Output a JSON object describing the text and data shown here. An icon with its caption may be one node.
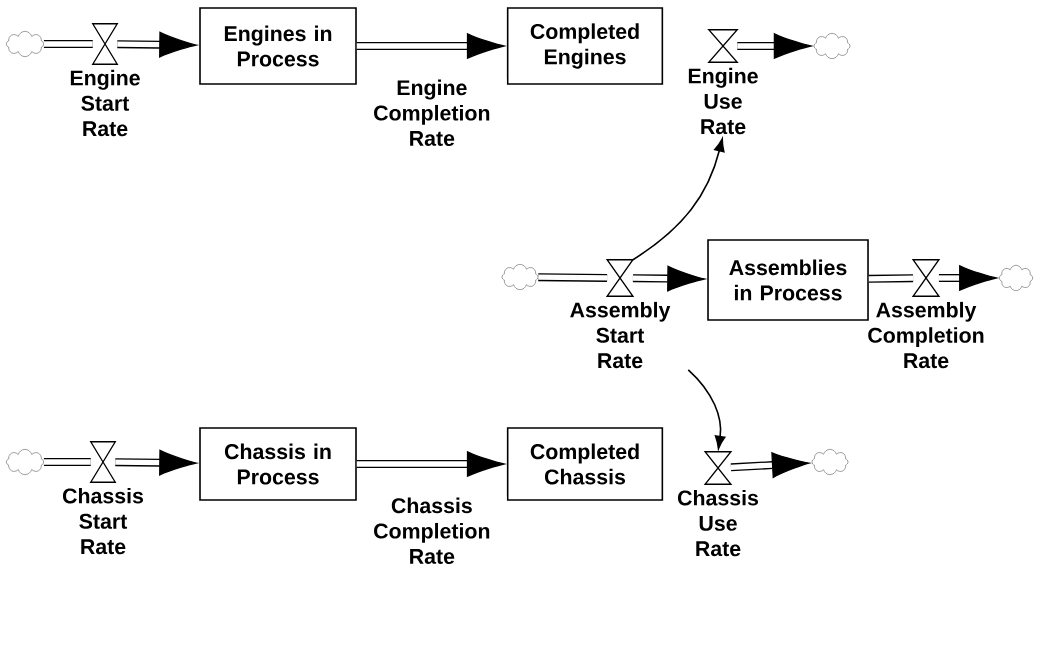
{
  "diagram": {
    "nodes": [
      {
        "text": [],
        "shape": "cloud"
      },
      {
        "text": [
          "Engine Start Rate"
        ]
      },
      {
        "text": [
          "Engines in Process"
        ]
      },
      {
        "text": [
          "Completed Engines"
        ]
      },
      {
        "text": [
          "Engine Use Rate"
        ]
      },
      {
        "text": [],
        "shape": "cloud"
      },
      {
        "text": [],
        "shape": "cloud"
      },
      {
        "text": [
          "Assembly Start Rate"
        ]
      },
      {
        "text": [
          "Assemblies in Process"
        ]
      },
      {
        "text": [
          "Assembly Completion Rate"
        ]
      },
      {
        "text": [],
        "shape": "cloud"
      },
      {
        "text": [],
        "shape": "cloud"
      },
      {
        "text": [
          "Chassis Start Rate"
        ]
      },
      {
        "text": [
          "Chassis in Process"
        ]
      },
      {
        "text": [
          "Completed Chassis"
        ]
      },
      {
        "text": [
          "Chassis Use Rate"
        ]
      },
      {
        "text": [],
        "shape": "cloud"
      }
    ],
    "edges": [
      {
        "from": 0,
        "to": 1,
        "arrow": "none"
      },
      {
        "from": 1,
        "to": 2,
        "arrow": "to"
      },
      {
        "from": 2,
        "to": 3,
        "arrow": "to",
        "label": "Engine Completion Rate"
      },
      {
        "from": 4,
        "to": 5,
        "arrow": "to"
      },
      {
        "from": 6,
        "to": 7,
        "arrow": "none"
      },
      {
        "from": 7,
        "to": 8,
        "arrow": "to"
      },
      {
        "from": 8,
        "to": 9,
        "arrow": "none"
      },
      {
        "from": 9,
        "to": 10,
        "arrow": "to"
      },
      {
        "from": 7,
        "to": 4,
        "arrow": "to"
      },
      {
        "from": 7,
        "to": 15,
        "arrow": "to"
      },
      {
        "from": 11,
        "to": 12,
        "arrow": "none"
      },
      {
        "from": 12,
        "to": 13,
        "arrow": "to"
      },
      {
        "from": 13,
        "to": 14,
        "arrow": "to",
        "label": "Chassis Completion Rate"
      },
      {
        "from": 15,
        "to": 16,
        "arrow": "to"
      }
    ]
  }
}
